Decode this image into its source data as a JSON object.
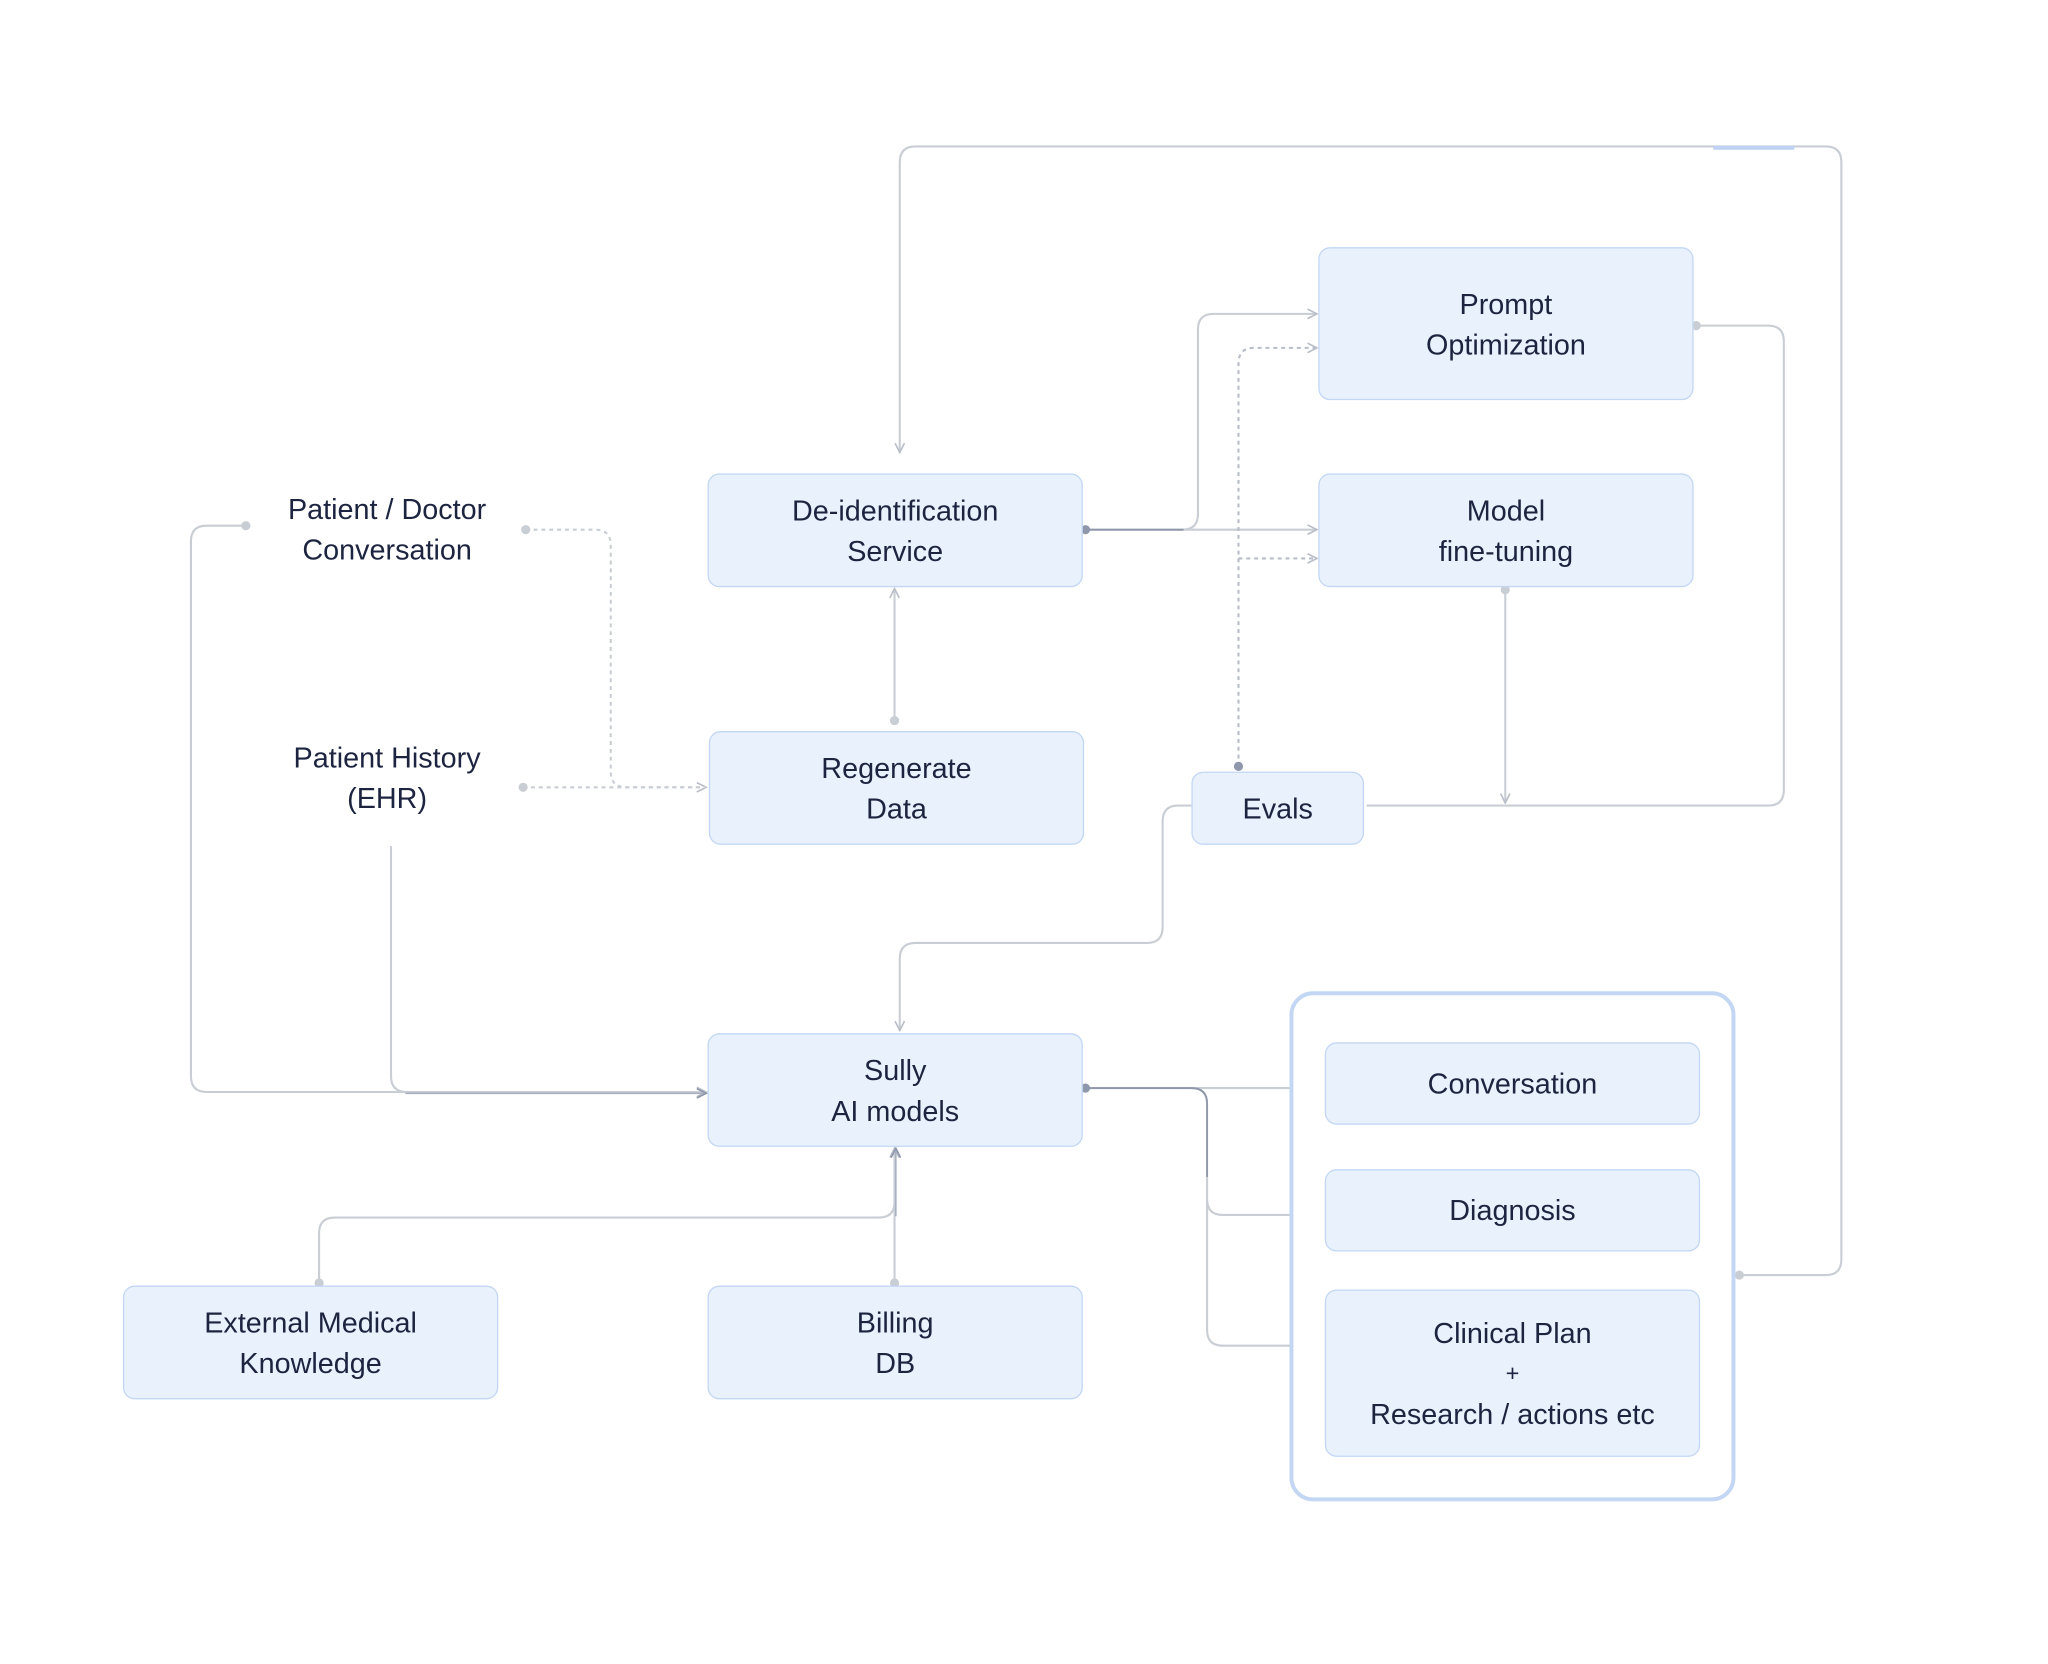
{
  "diagram": {
    "sources": {
      "conversation": {
        "line1": "Patient / Doctor",
        "line2": "Conversation"
      },
      "history": {
        "line1": "Patient History",
        "line2": "(EHR)"
      }
    },
    "nodes": {
      "deid": {
        "line1": "De-identification",
        "line2": "Service"
      },
      "regen": {
        "line1": "Regenerate",
        "line2": "Data"
      },
      "prompt_opt": {
        "line1": "Prompt",
        "line2": "Optimization"
      },
      "finetune": {
        "line1": "Model",
        "line2": "fine-tuning"
      },
      "evals": {
        "label": "Evals"
      },
      "sully": {
        "line1": "Sully",
        "line2": "AI models"
      },
      "external": {
        "line1": "External Medical",
        "line2": "Knowledge"
      },
      "billing": {
        "line1": "Billing",
        "line2": "DB"
      }
    },
    "outputs": {
      "conversation": "Conversation",
      "diagnosis": "Diagnosis",
      "clinical": {
        "line1": "Clinical Plan",
        "line2": "+",
        "line3": "Research / actions etc"
      }
    },
    "colors": {
      "node_fill": "#e9f1fc",
      "node_border": "#c3d7f4",
      "connector": "#c9cdd4",
      "connector_dark": "#8f97ab",
      "text": "#1c2440"
    }
  }
}
